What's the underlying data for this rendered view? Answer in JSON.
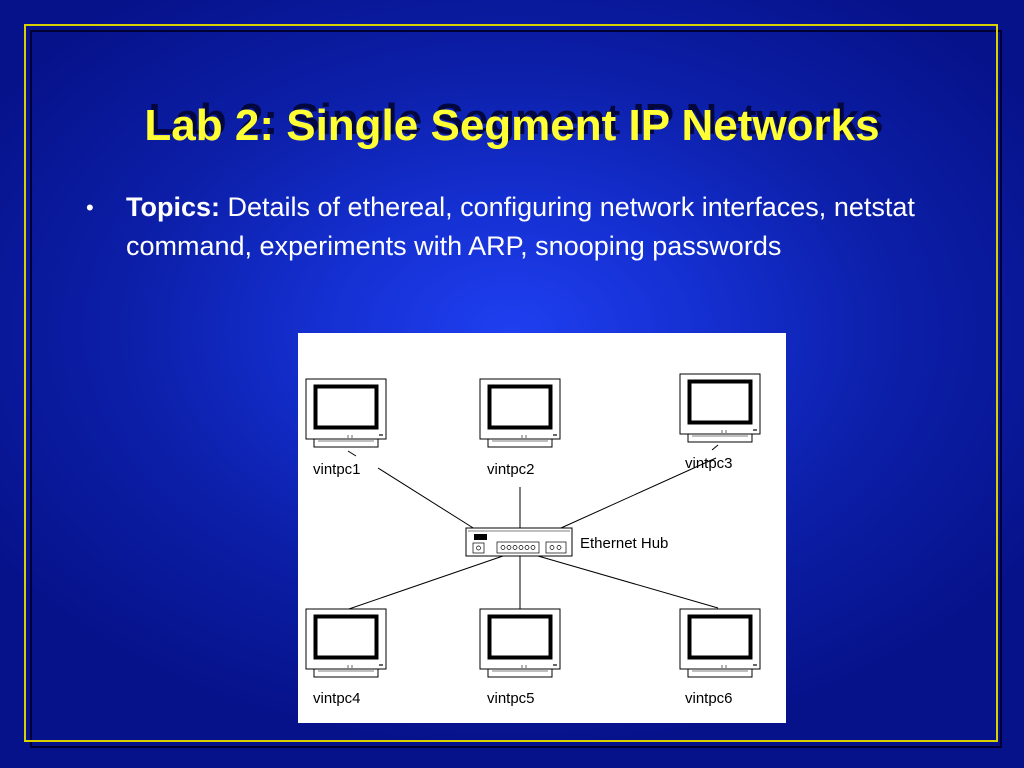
{
  "slide": {
    "title": "Lab 2: Single Segment IP Networks",
    "bullet": {
      "label": "Topics:",
      "text": " Details of ethereal, configuring network interfaces, netstat command, experiments with ARP, snooping passwords"
    }
  },
  "diagram": {
    "hub_label": "Ethernet Hub",
    "computers": [
      "vintpc1",
      "vintpc2",
      "vintpc3",
      "vintpc4",
      "vintpc5",
      "vintpc6"
    ]
  }
}
